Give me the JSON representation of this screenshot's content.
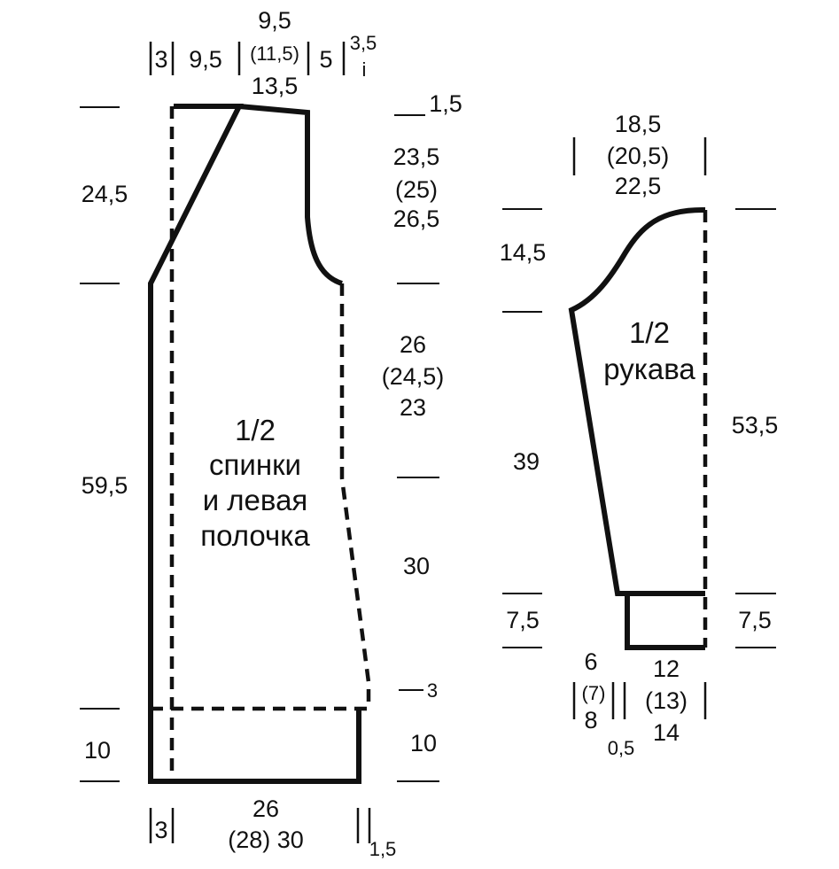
{
  "colors": {
    "ink": "#111111",
    "background": "#ffffff"
  },
  "body_piece": {
    "title": [
      "1/2",
      "спинки",
      "и левая",
      "полочка"
    ],
    "top": {
      "margin": "3",
      "shoulder": "9,5",
      "neck": [
        "9,5",
        "(11,5)",
        "13,5"
      ],
      "collar": "5",
      "offset": [
        "3,5",
        "i"
      ]
    },
    "left": {
      "upper": "24,5",
      "main": "59,5",
      "hem": "10"
    },
    "right": {
      "shoulder_drop": "1,5",
      "armhole": [
        "23,5",
        "(25)",
        "26,5"
      ],
      "side": [
        "26",
        "(24,5)",
        "23"
      ],
      "taper": "30",
      "step": "3",
      "hem": "10"
    },
    "bottom": {
      "margin": "3",
      "width": [
        "26",
        "(28) 30"
      ],
      "offset": "1,5"
    }
  },
  "sleeve_piece": {
    "title": [
      "1/2",
      "рукава"
    ],
    "top": [
      "18,5",
      "(20,5)",
      "22,5"
    ],
    "left": {
      "cap": "14,5",
      "length": "39",
      "cuff": "7,5"
    },
    "right": {
      "length": "53,5",
      "cuff": "7,5"
    },
    "bottom": {
      "left": [
        "6",
        "(7)",
        "8"
      ],
      "gap": "0,5",
      "width": [
        "12",
        "(13)",
        "14"
      ]
    }
  }
}
